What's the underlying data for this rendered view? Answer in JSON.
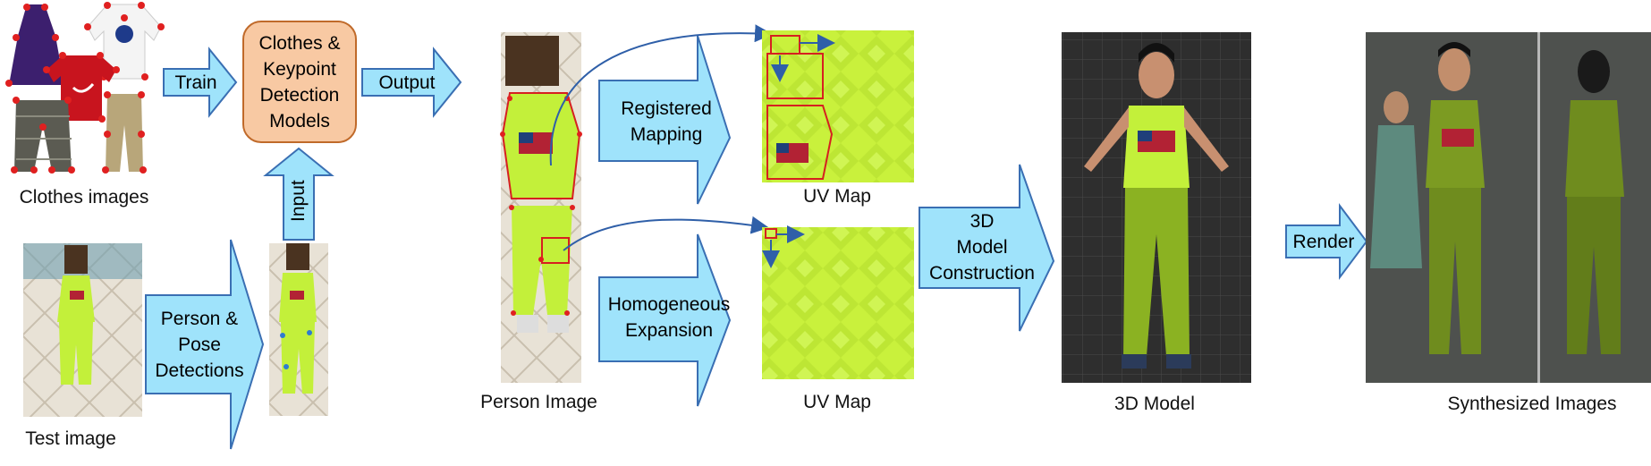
{
  "labels": {
    "clothes_images": "Clothes images",
    "test_image": "Test image",
    "person_image": "Person Image",
    "uv_map_top": "UV Map",
    "uv_map_bottom": "UV Map",
    "model_3d": "3D Model",
    "synthesized_images": "Synthesized Images"
  },
  "arrows": {
    "train": "Train",
    "output": "Output",
    "input": "Input",
    "person_pose": [
      "Person &",
      "Pose",
      "Detections"
    ],
    "registered_mapping": [
      "Registered",
      "Mapping"
    ],
    "homogeneous_expansion": [
      "Homogeneous",
      "Expansion"
    ],
    "model_construction": [
      "3D",
      "Model",
      "Construction"
    ],
    "render": "Render"
  },
  "model_box": [
    "Clothes &",
    "Keypoint",
    "Detection",
    "Models"
  ],
  "colors": {
    "arrow_fill": "#9fe3fb",
    "arrow_stroke": "#3a6fb3",
    "model_box_fill": "#f8c9a3",
    "model_box_stroke": "#c06a2a",
    "garment_green": "#c3f03a",
    "keypoint_red": "#e02020",
    "connector_blue": "#2f5fa8"
  }
}
